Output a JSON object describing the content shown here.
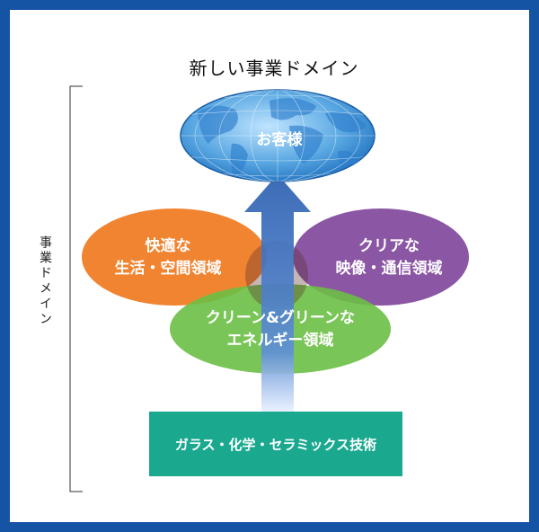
{
  "title": "新しい事業ドメイン",
  "side_label": "事業ドメイン",
  "globe": {
    "label": "お客様"
  },
  "domains": [
    {
      "line1": "快適な",
      "line2": "生活・空間領域",
      "color": "#f07a1e"
    },
    {
      "line1": "クリアな",
      "line2": "映像・通信領域",
      "color": "#7b3f96"
    },
    {
      "line1": "クリーン&グリーンな",
      "line2": "エネルギー領域",
      "color": "#6bbf45"
    }
  ],
  "base": {
    "label": "ガラス・化学・セラミックス技術",
    "color": "#1aa88f"
  },
  "colors": {
    "frame": "#1553a4",
    "arrow": "#2f63b3",
    "globe": "#3a8fd0"
  }
}
